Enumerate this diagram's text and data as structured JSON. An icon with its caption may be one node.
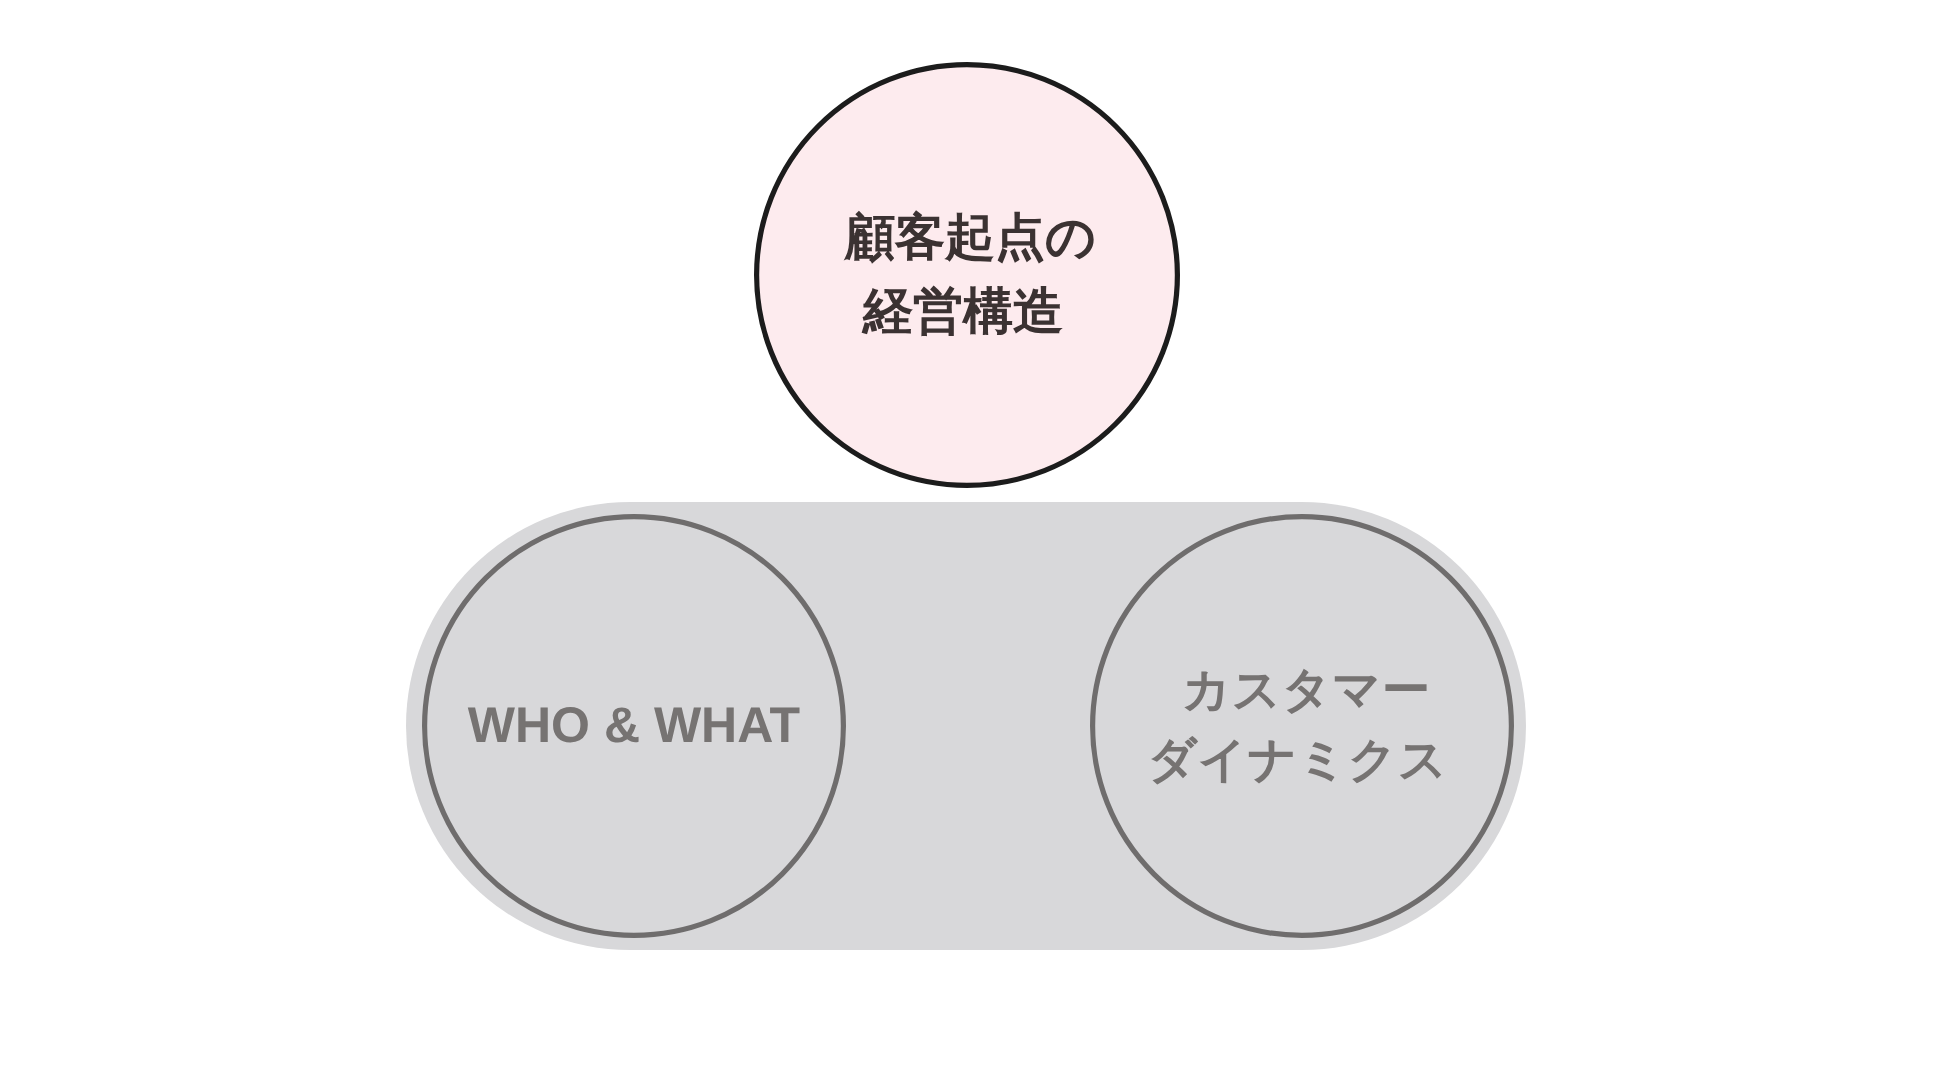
{
  "diagram": {
    "nodes": [
      {
        "text": [
          "顧客起点の経営構造"
        ]
      },
      {
        "text": [],
        "shape": "band"
      },
      {
        "text": [
          "WHO & WHAT"
        ],
        "in": 1
      },
      {
        "text": [
          "カスタマーダイナミクス"
        ],
        "in": 1
      }
    ]
  }
}
